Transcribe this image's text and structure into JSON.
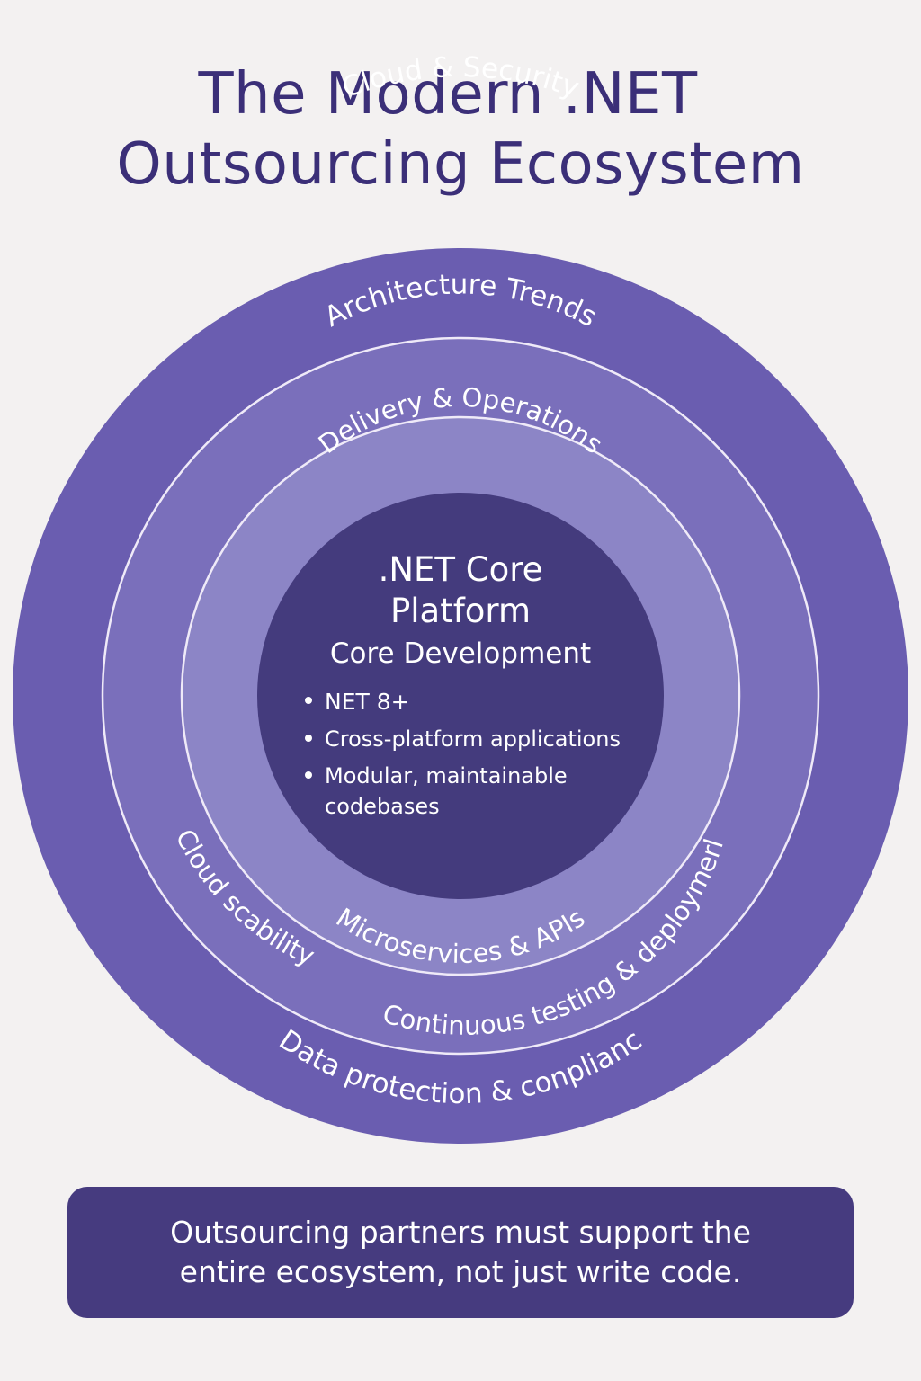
{
  "title": {
    "line1": "The Modern .NET",
    "line2": "Outsourcing Ecosystem"
  },
  "rings": {
    "outer": {
      "top_label": "Cloud & Security",
      "bottom_label": "Data protection & conplianc"
    },
    "second": {
      "top_label": "Architecture Trends",
      "left_label": "Cloud scability",
      "bottom_label": "Continuous testing & deploymerl"
    },
    "third": {
      "top_label": "Delivery & Operations",
      "bottom_label": "Microservices & APIs"
    }
  },
  "core": {
    "title_line1": ".NET Core",
    "title_line2": "Platform",
    "subtitle": "Core Development",
    "bullets": [
      "NET 8+",
      "Cross-platform applications",
      "Modular, maintainable",
      "codebases"
    ]
  },
  "footer": {
    "line1": "Outsourcing partners must support the",
    "line2": "entire ecosystem, not just write code."
  },
  "colors": {
    "background": "#f3f1f1",
    "title": "#3b2f78",
    "outer_ring": "#6a5db0",
    "second_ring": "#7a6fbb",
    "third_ring": "#8c85c6",
    "core": "#443b7d",
    "footer_box": "#463b7f",
    "ring_text": "#ffffff"
  }
}
